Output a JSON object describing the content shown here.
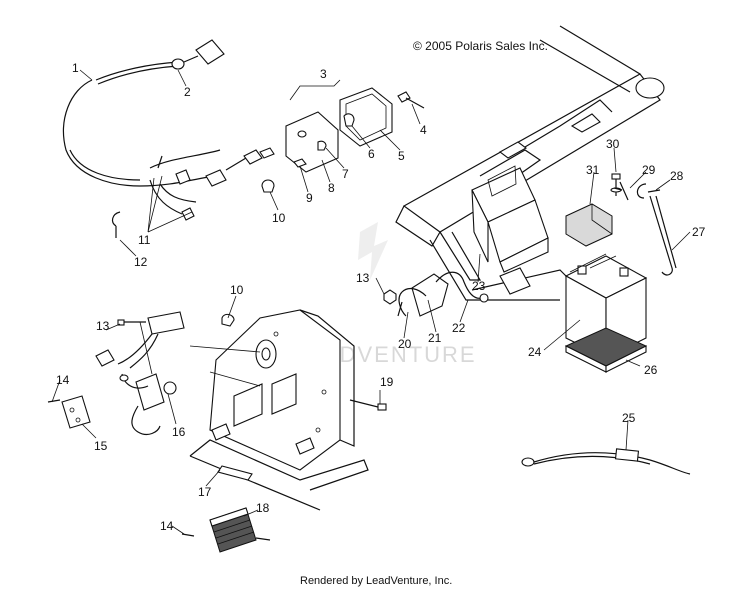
{
  "copyright": "© 2005 Polaris Sales Inc.",
  "footer": "Rendered by LeadVenture, Inc.",
  "watermark": "LEADVENTURE",
  "callouts": {
    "c1": "1",
    "c2": "2",
    "c3": "3",
    "c4": "4",
    "c5": "5",
    "c6": "6",
    "c7": "7",
    "c8": "8",
    "c9": "9",
    "c10a": "10",
    "c10b": "10",
    "c11": "11",
    "c12": "12",
    "c13a": "13",
    "c13b": "13",
    "c14a": "14",
    "c14b": "14",
    "c15": "15",
    "c16": "16",
    "c17": "17",
    "c18": "18",
    "c19": "19",
    "c20": "20",
    "c21": "21",
    "c22": "22",
    "c23": "23",
    "c24": "24",
    "c25": "25",
    "c26": "26",
    "c27": "27",
    "c28": "28",
    "c29": "29",
    "c30": "30",
    "c31": "31"
  }
}
